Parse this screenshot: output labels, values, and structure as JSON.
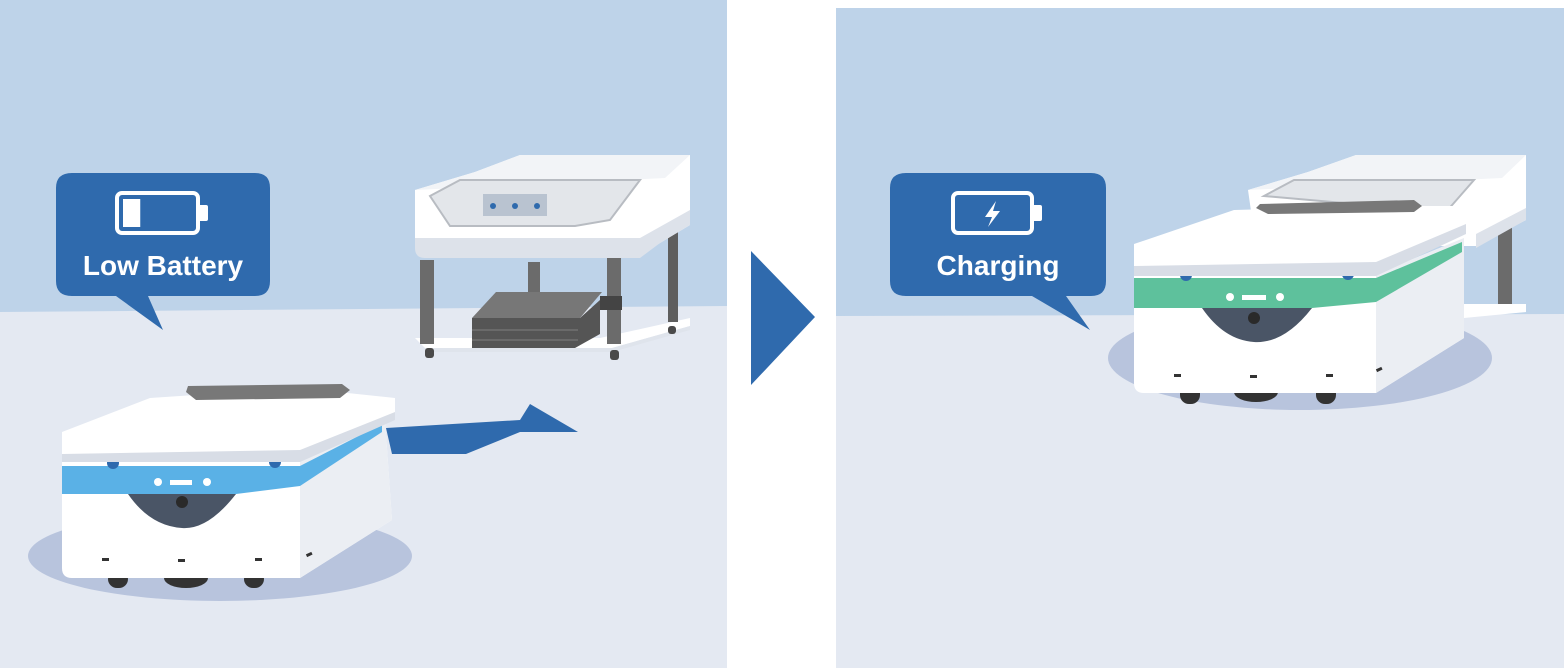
{
  "colors": {
    "wall": "#bed3e9",
    "floor": "#e4e9f2",
    "accent_blue": "#2f6aad",
    "screen_blue": "#5ab1e6",
    "screen_green": "#5ec19c",
    "shadow": "#b8c4dd"
  },
  "left_panel": {
    "bubble_label": "Low Battery",
    "bubble_icon": "battery-low-icon",
    "battery_level": 0.25
  },
  "right_panel": {
    "bubble_label": "Charging",
    "bubble_icon": "battery-charging-icon"
  },
  "transition_icon": "play-arrow-icon"
}
